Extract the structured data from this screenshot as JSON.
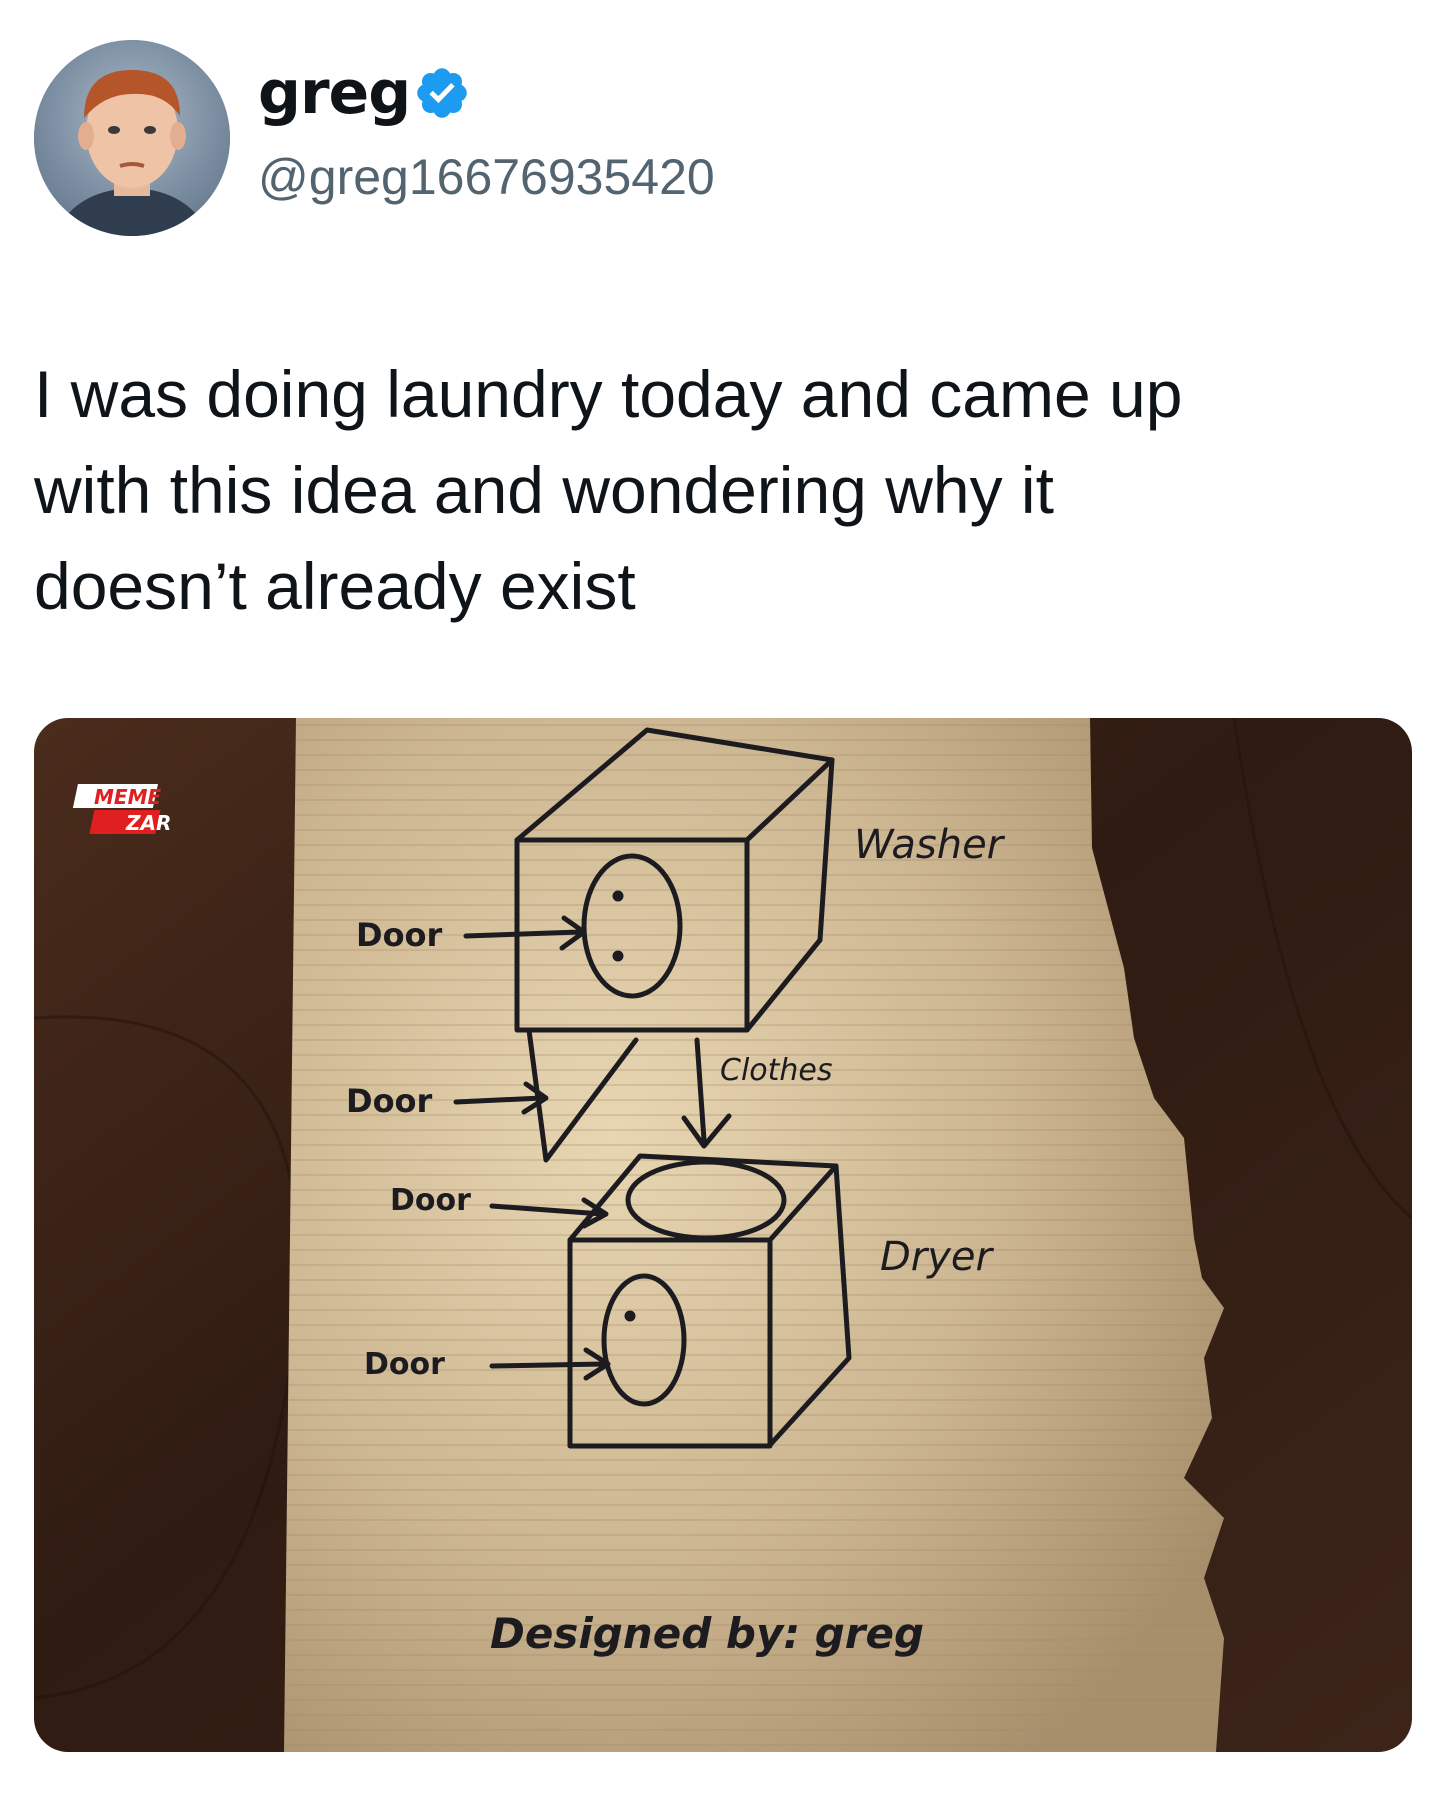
{
  "author": {
    "display_name": "greg",
    "handle": "@greg16676935420",
    "verified": true,
    "avatar_icon": "profile-photo-icon",
    "verified_icon": "verified-badge-icon",
    "verified_color": "#1d9bf0"
  },
  "tweet": {
    "text": "I was doing laundry today and came up\nwith this idea and wondering why it\ndoesn’t already exist"
  },
  "media": {
    "watermark_line1": "MEME",
    "watermark_line2": "ZAR",
    "drawing_labels": {
      "washer": "Washer",
      "door_washer": "Door",
      "door_chute": "Door",
      "clothes": "Clothes",
      "door_dryer_top": "Door",
      "dryer": "Dryer",
      "door_dryer_front": "Door",
      "signature": "Designed by: greg"
    }
  },
  "colors": {
    "text_primary": "#0f1419",
    "text_secondary": "#536471",
    "cardboard": "#cdb692",
    "table": "#3b2418",
    "ink": "#1c1c20",
    "watermark_red": "#e02020"
  }
}
